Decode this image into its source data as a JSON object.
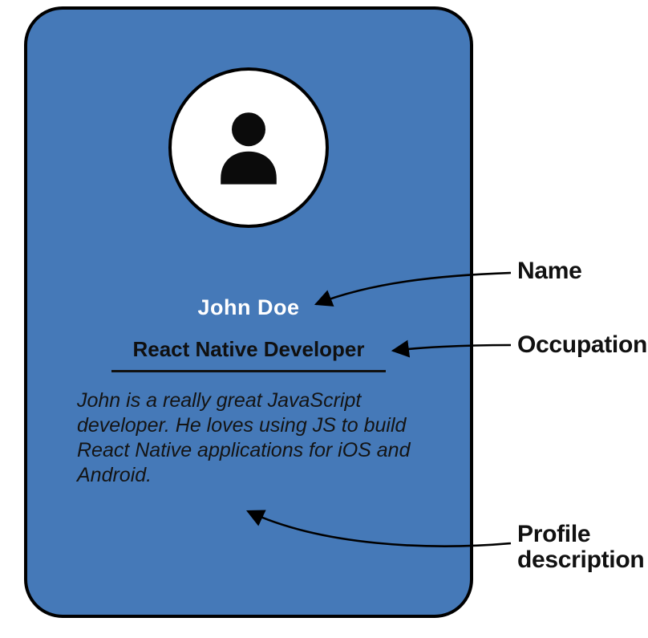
{
  "card": {
    "name": "John Doe",
    "occupation": "React Native Developer",
    "description": "John is a really great JavaScript developer. He loves using JS to build React Native applications for iOS and Android.",
    "colors": {
      "card_bg": "#4579b8",
      "card_border": "#000000",
      "avatar_bg": "#ffffff",
      "name_text": "#ffffff",
      "occupation_text": "#101010",
      "annotation_text": "#111111"
    }
  },
  "icons": {
    "avatar": "person-icon"
  },
  "annotations": {
    "name_label": "Name",
    "occupation_label": "Occupation",
    "profile_label": "Profile description"
  }
}
